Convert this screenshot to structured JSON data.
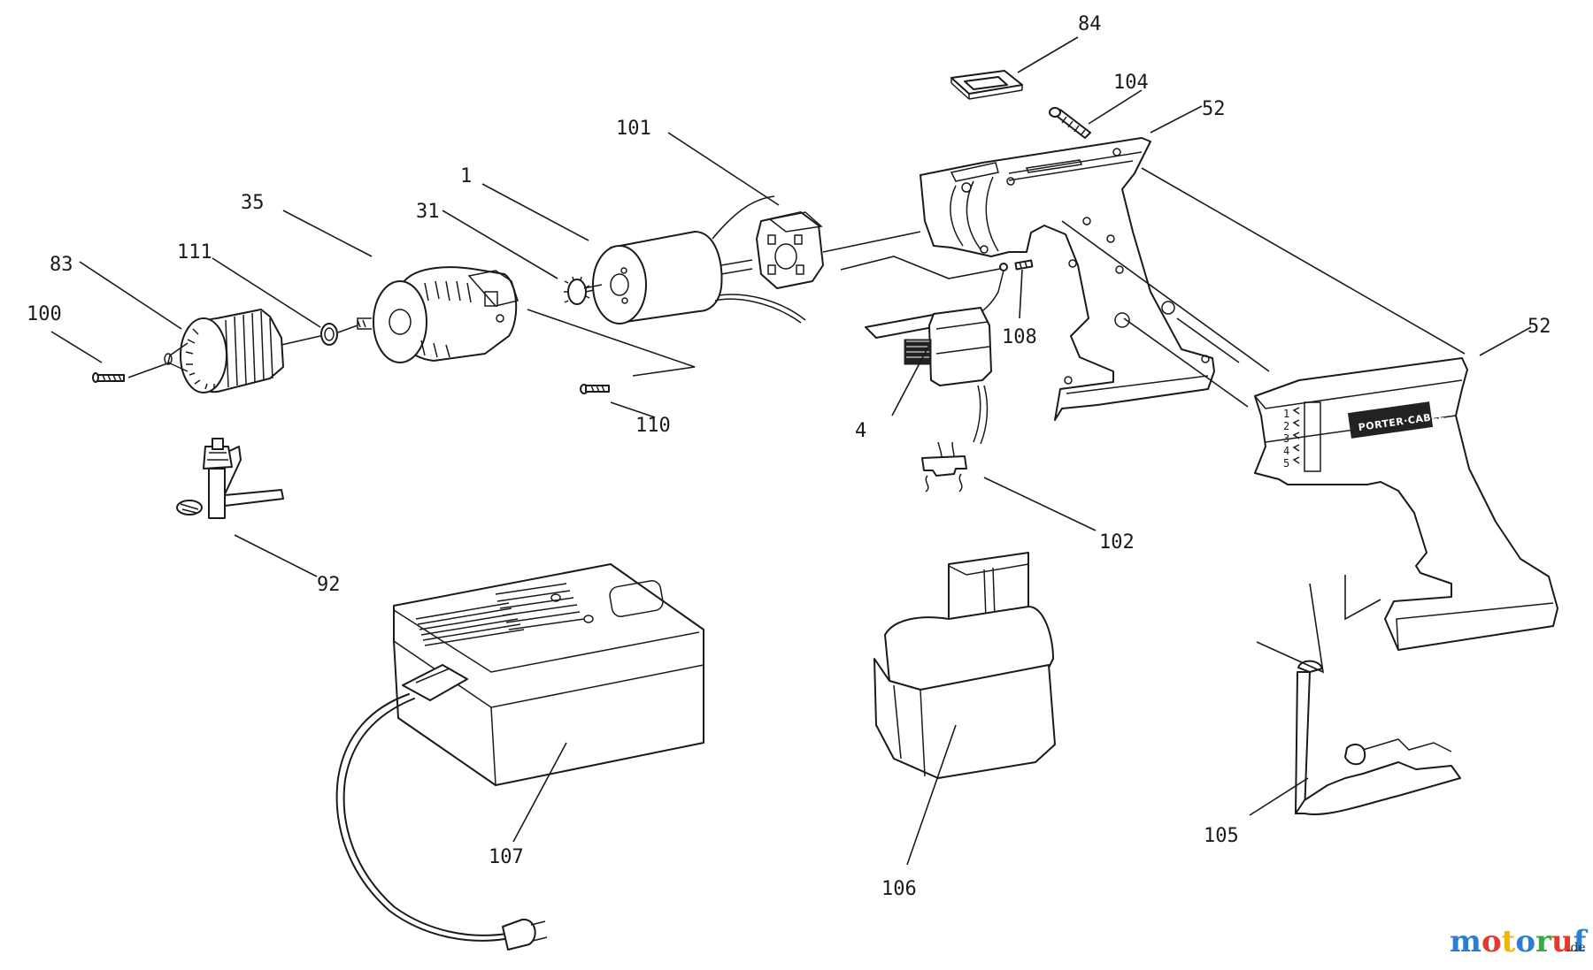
{
  "callouts": [
    {
      "id": "84",
      "label": "84"
    },
    {
      "id": "104",
      "label": "104"
    },
    {
      "id": "52a",
      "label": "52"
    },
    {
      "id": "52b",
      "label": "52"
    },
    {
      "id": "101",
      "label": "101"
    },
    {
      "id": "1",
      "label": "1"
    },
    {
      "id": "35",
      "label": "35"
    },
    {
      "id": "31",
      "label": "31"
    },
    {
      "id": "111",
      "label": "111"
    },
    {
      "id": "83",
      "label": "83"
    },
    {
      "id": "100",
      "label": "100"
    },
    {
      "id": "108",
      "label": "108"
    },
    {
      "id": "4",
      "label": "4"
    },
    {
      "id": "110",
      "label": "110"
    },
    {
      "id": "102",
      "label": "102"
    },
    {
      "id": "92",
      "label": "92"
    },
    {
      "id": "107",
      "label": "107"
    },
    {
      "id": "106",
      "label": "106"
    },
    {
      "id": "105",
      "label": "105"
    }
  ],
  "brand_label": "PORTER·CABLE",
  "clutch_scale": [
    "1",
    "2",
    "3",
    "4",
    "5"
  ],
  "watermark": {
    "letters": [
      "m",
      "o",
      "t",
      "o",
      "r",
      "u",
      "f"
    ],
    "letter_colors": [
      "#2a7fd4",
      "#e23a2f",
      "#f2b705",
      "#2a7fd4",
      "#39a845",
      "#e23a2f",
      "#2a7fd4"
    ],
    "tld": ".de"
  }
}
